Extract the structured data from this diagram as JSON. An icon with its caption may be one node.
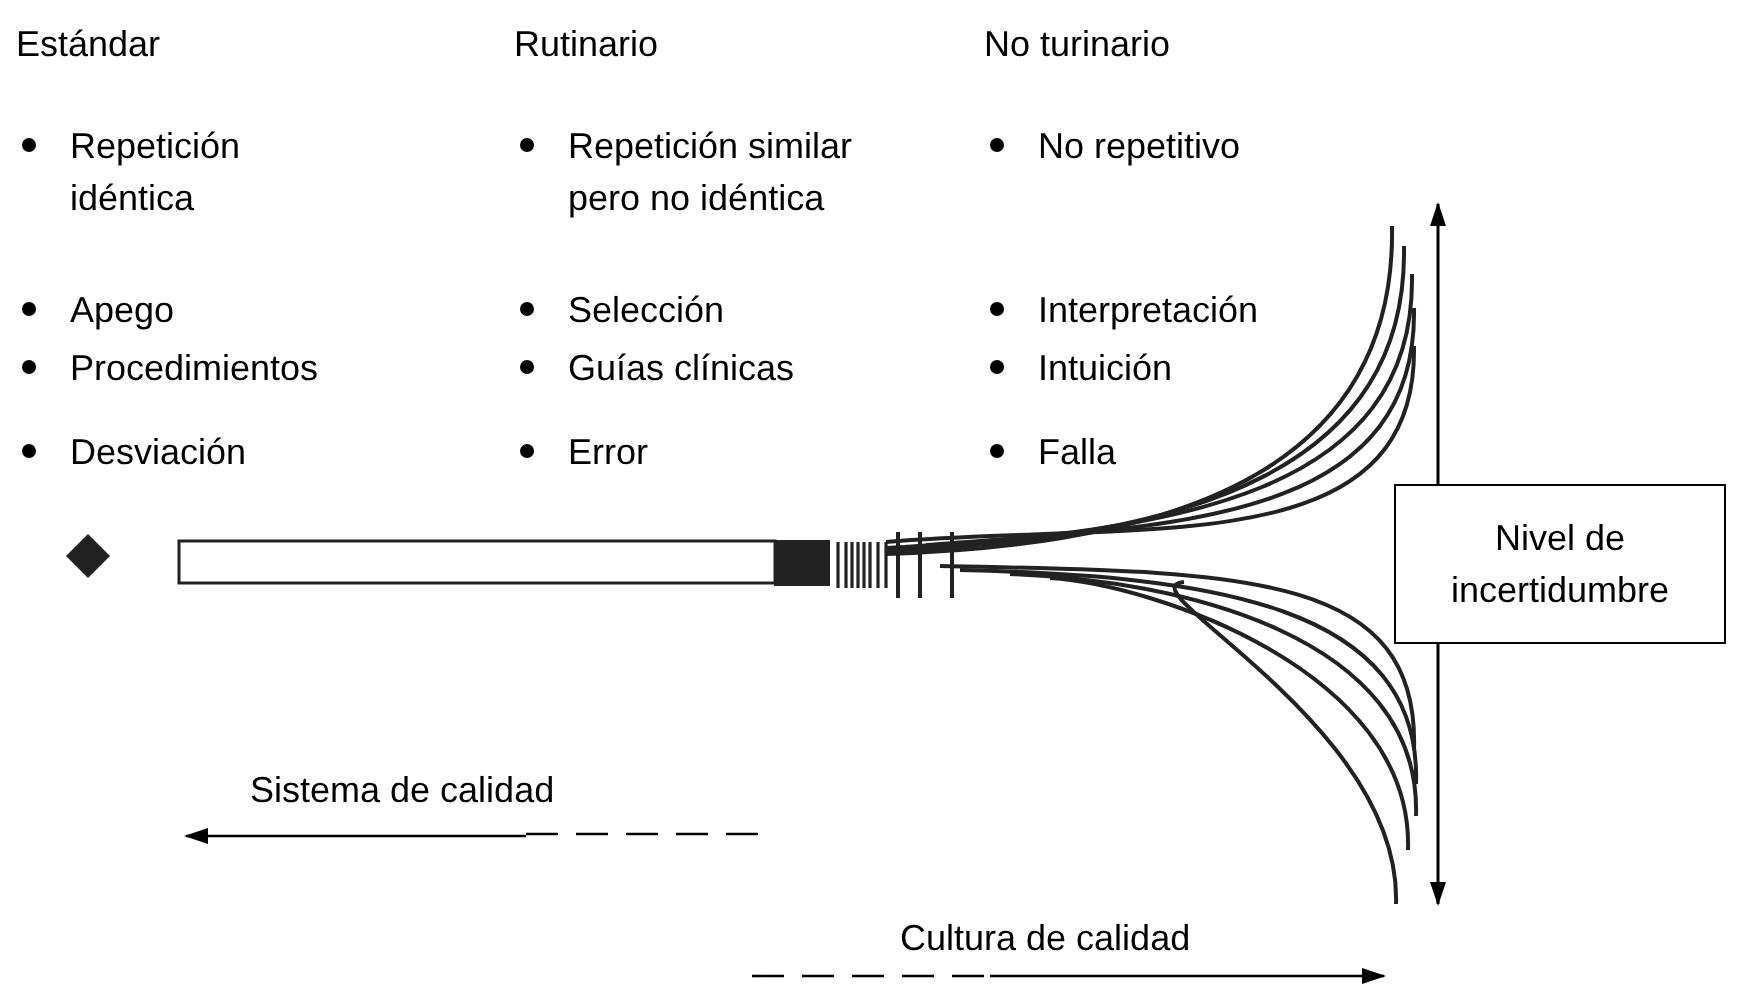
{
  "diagram": {
    "nodes": [
      {
        "text": [
          "Nivel de incertidumbre"
        ]
      }
    ],
    "labels": [
      "Estándar",
      "Rutinario",
      "No turinario",
      "Repetición idéntica",
      "Repetición similar pero no idéntica",
      "No repetitivo",
      "Apego",
      "Selección",
      "Interpretación",
      "Procedimientos",
      "Guías clínicas",
      "Intuición",
      "Desviación",
      "Error",
      "Falla",
      "Sistema de calidad",
      "Cultura de calidad"
    ]
  }
}
